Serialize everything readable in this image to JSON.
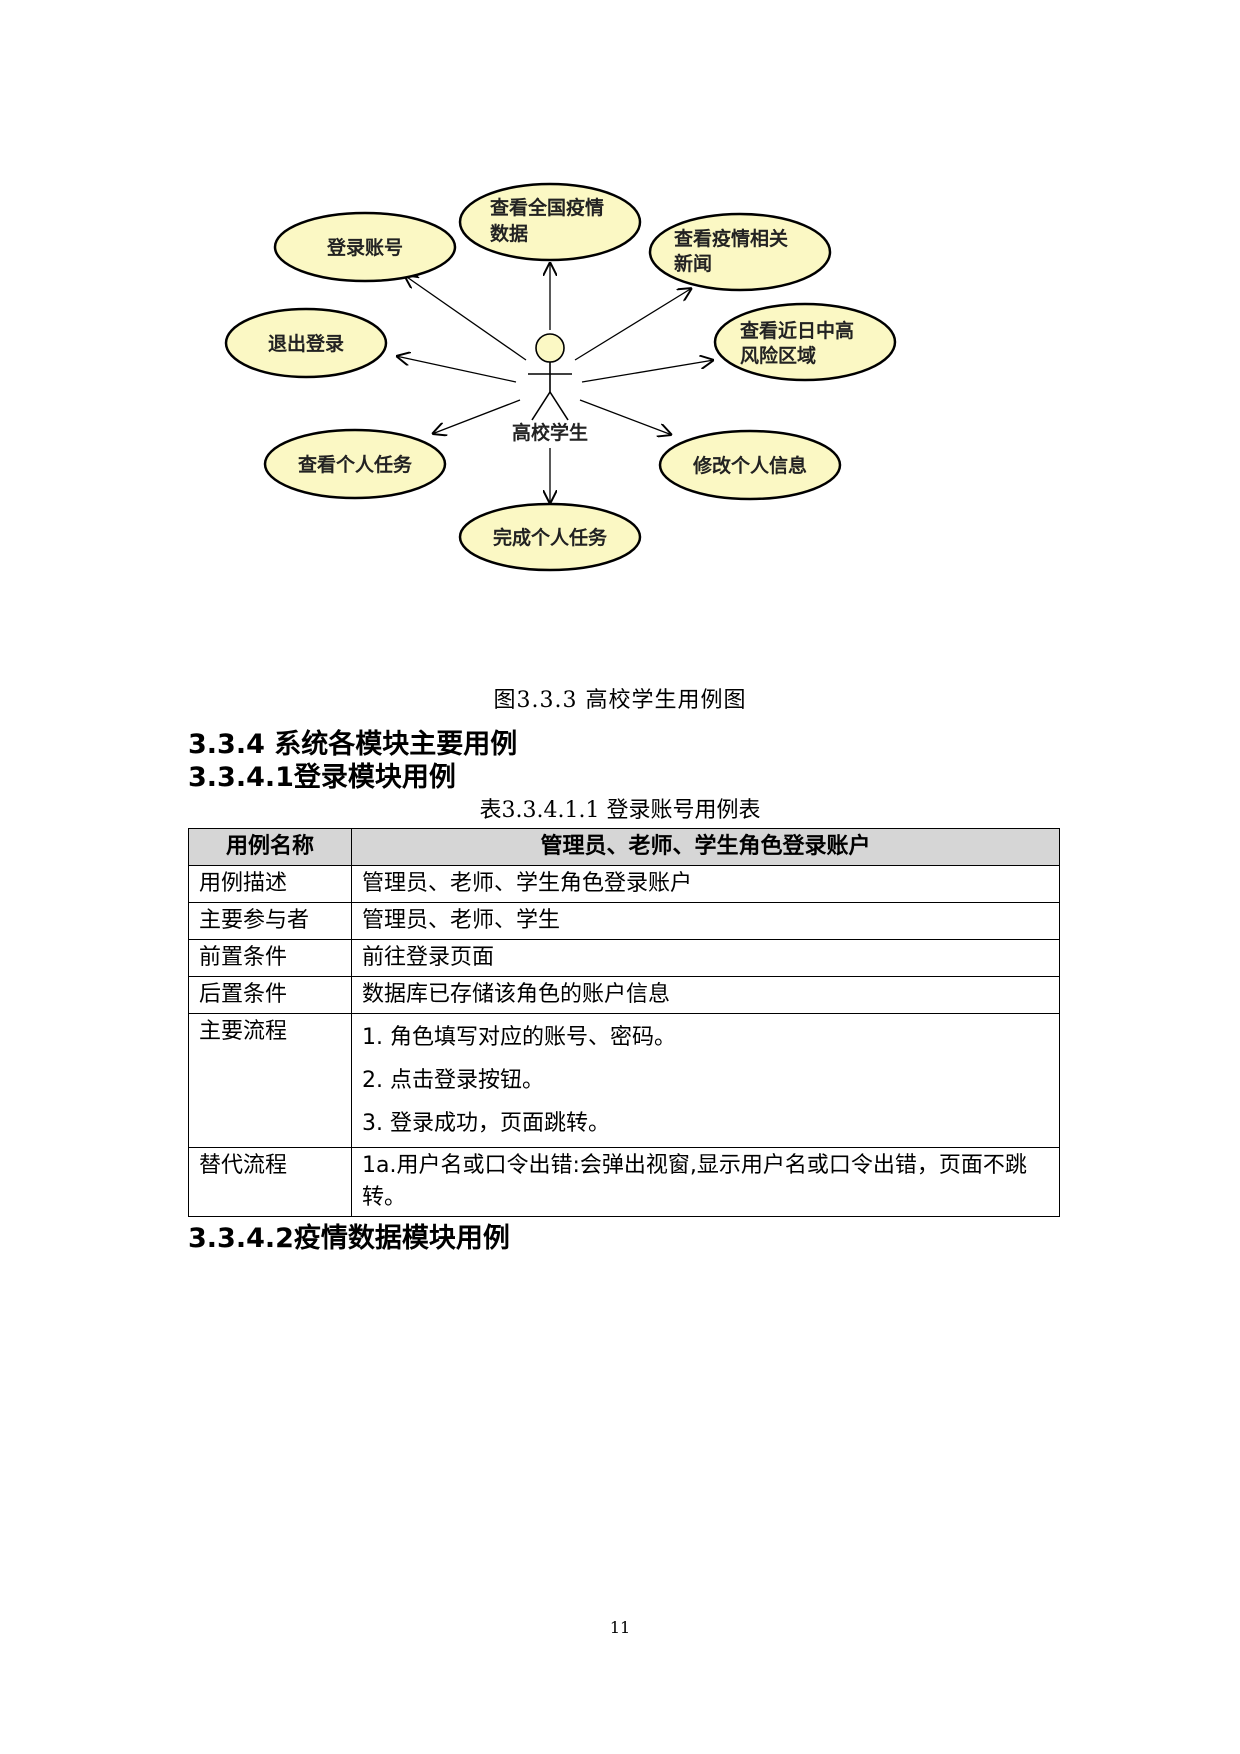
{
  "diagram": {
    "actor": "高校学生",
    "use_cases": [
      {
        "id": "uc-national-data",
        "lines": [
          "查看全国疫情",
          "数据"
        ]
      },
      {
        "id": "uc-news",
        "lines": [
          "查看疫情相关",
          "新闻"
        ]
      },
      {
        "id": "uc-risk-area",
        "lines": [
          "查看近日中高",
          "风险区域"
        ]
      },
      {
        "id": "uc-edit-info",
        "lines": [
          "修改个人信息"
        ]
      },
      {
        "id": "uc-complete-task",
        "lines": [
          "完成个人任务"
        ]
      },
      {
        "id": "uc-view-task",
        "lines": [
          "查看个人任务"
        ]
      },
      {
        "id": "uc-logout",
        "lines": [
          "退出登录"
        ]
      },
      {
        "id": "uc-login",
        "lines": [
          "登录账号"
        ]
      }
    ],
    "colors": {
      "ellipse_fill": "#fbf8c4",
      "stroke": "#000000"
    }
  },
  "figure_caption": "图3.3.3 高校学生用例图",
  "headings": {
    "h334": "3.3.4 系统各模块主要用例",
    "h3341": "3.3.4.1登录模块用例",
    "h3342": "3.3.4.2疫情数据模块用例"
  },
  "table_caption": "表3.3.4.1.1 登录账号用例表",
  "table": {
    "header": {
      "key": "用例名称",
      "value": "管理员、老师、学生角色登录账户"
    },
    "rows": [
      {
        "key": "用例描述",
        "value": "管理员、老师、学生角色登录账户"
      },
      {
        "key": "主要参与者",
        "value": "管理员、老师、学生"
      },
      {
        "key": "前置条件",
        "value": "前往登录页面"
      },
      {
        "key": "后置条件",
        "value": "数据库已存储该角色的账户信息"
      }
    ],
    "main_flow": {
      "key": "主要流程",
      "steps": [
        "1. 角色填写对应的账号、密码。",
        "2. 点击登录按钮。",
        "3. 登录成功，页面跳转。"
      ]
    },
    "alt_flow": {
      "key": "替代流程",
      "value": "1a.用户名或口令出错:会弹出视窗,显示用户名或口令出错，页面不跳转。"
    },
    "header_bg": "#d6d6d6"
  },
  "page_number": "11"
}
